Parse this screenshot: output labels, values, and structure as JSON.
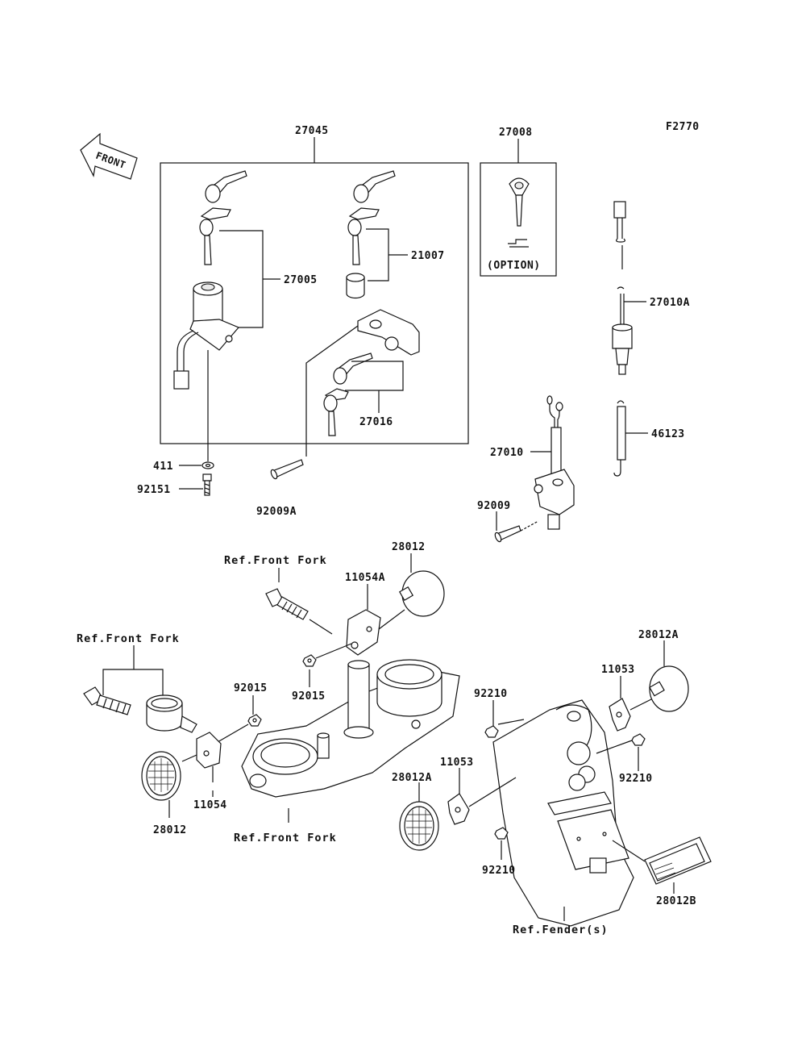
{
  "figure_code": "F2770",
  "front_label": "FRONT",
  "parts": {
    "p27045": "27045",
    "p27008": "27008",
    "p27005": "27005",
    "p21007": "21007",
    "p27016": "27016",
    "p27010A": "27010A",
    "p46123": "46123",
    "p27010": "27010",
    "p92009": "92009",
    "p411": "411",
    "p92151": "92151",
    "p92009A": "92009A",
    "p28012_top": "28012",
    "p11054A": "11054A",
    "p92015_mid": "92015",
    "p92015_left": "92015",
    "p11054": "11054",
    "p28012_left": "28012",
    "p28012A_right": "28012A",
    "p11053_right": "11053",
    "p92210_top": "92210",
    "p92210_right": "92210",
    "p11053_mid": "11053",
    "p28012A_mid": "28012A",
    "p92210_bottom": "92210",
    "p28012B": "28012B"
  },
  "option_label": "(OPTION)",
  "refs": {
    "front_fork_top": "Ref.Front Fork",
    "front_fork_left": "Ref.Front Fork",
    "front_fork_bottom": "Ref.Front Fork",
    "fender": "Ref.Fender(s)"
  }
}
